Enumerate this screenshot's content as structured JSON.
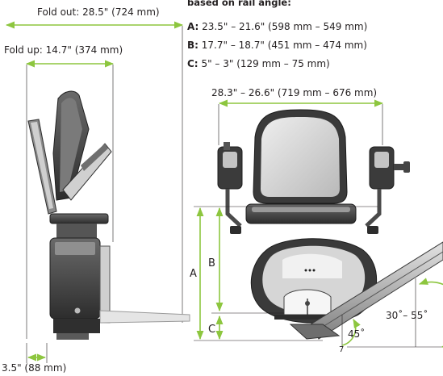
{
  "header": {
    "rail_angle_heading": "based on rail angle:"
  },
  "specs": [
    {
      "key": "A:",
      "value": "23.5\" – 21.6\" (598 mm – 549 mm)"
    },
    {
      "key": "B:",
      "value": "17.7\" – 18.7\" (451 mm – 474 mm)"
    },
    {
      "key": "C:",
      "value": "5\" – 3\" (129 mm – 75 mm)"
    }
  ],
  "dimensions": {
    "fold_out": "Fold out: 28.5\" (724 mm)",
    "fold_up": "Fold up: 14.7\" (374 mm)",
    "overall_width": "28.3\" – 26.6\" (719 mm – 676 mm)",
    "side_depth": "3.5\" (88 mm)",
    "label_a": "A",
    "label_b": "B",
    "label_c": "C",
    "rail_angle": "30˚– 55˚",
    "footrest_angle": "45˚",
    "footrest_offset": "7"
  },
  "colors": {
    "dimension_line": "#8dc63f",
    "text": "#231f20",
    "chair_dark": "#3d3d3d",
    "chair_mid": "#8a8a8a",
    "chair_light": "#d9d9d9"
  }
}
